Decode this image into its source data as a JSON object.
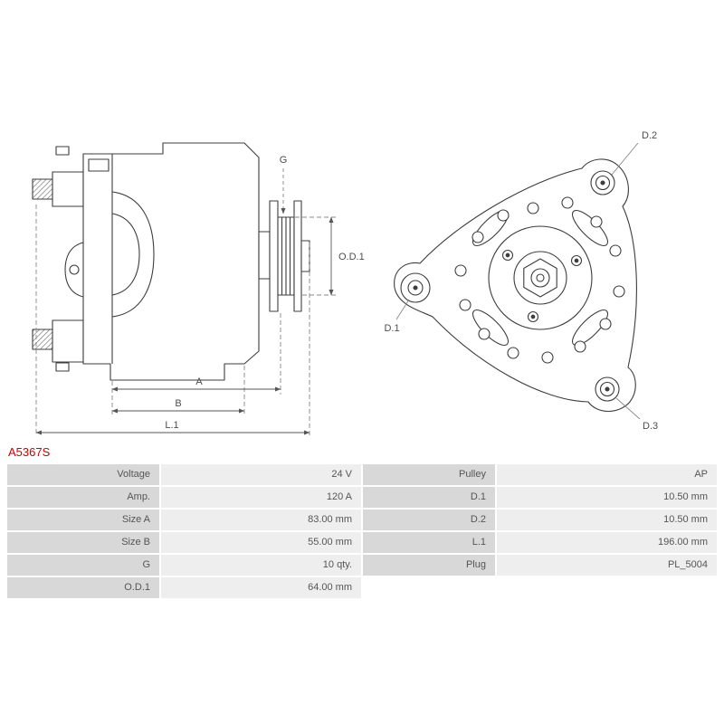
{
  "part_number": "A5367S",
  "colors": {
    "part_number": "#cc0000",
    "label_cell_bg": "#d8d8d8",
    "value_cell_bg": "#eeeeee",
    "text": "#555555"
  },
  "diagram": {
    "labels": {
      "g": "G",
      "od1": "O.D.1",
      "a": "A",
      "b": "B",
      "l1": "L.1",
      "d1": "D.1",
      "d2": "D.2",
      "d3": "D.3"
    }
  },
  "spec_table": {
    "rows": [
      {
        "label1": "Voltage",
        "value1": "24 V",
        "label2": "Pulley",
        "value2": "AP"
      },
      {
        "label1": "Amp.",
        "value1": "120 A",
        "label2": "D.1",
        "value2": "10.50 mm"
      },
      {
        "label1": "Size A",
        "value1": "83.00 mm",
        "label2": "D.2",
        "value2": "10.50 mm"
      },
      {
        "label1": "Size B",
        "value1": "55.00 mm",
        "label2": "L.1",
        "value2": "196.00 mm"
      },
      {
        "label1": "G",
        "value1": "10 qty.",
        "label2": "Plug",
        "value2": "PL_5004"
      },
      {
        "label1": "O.D.1",
        "value1": "64.00 mm",
        "label2": "",
        "value2": ""
      }
    ]
  }
}
